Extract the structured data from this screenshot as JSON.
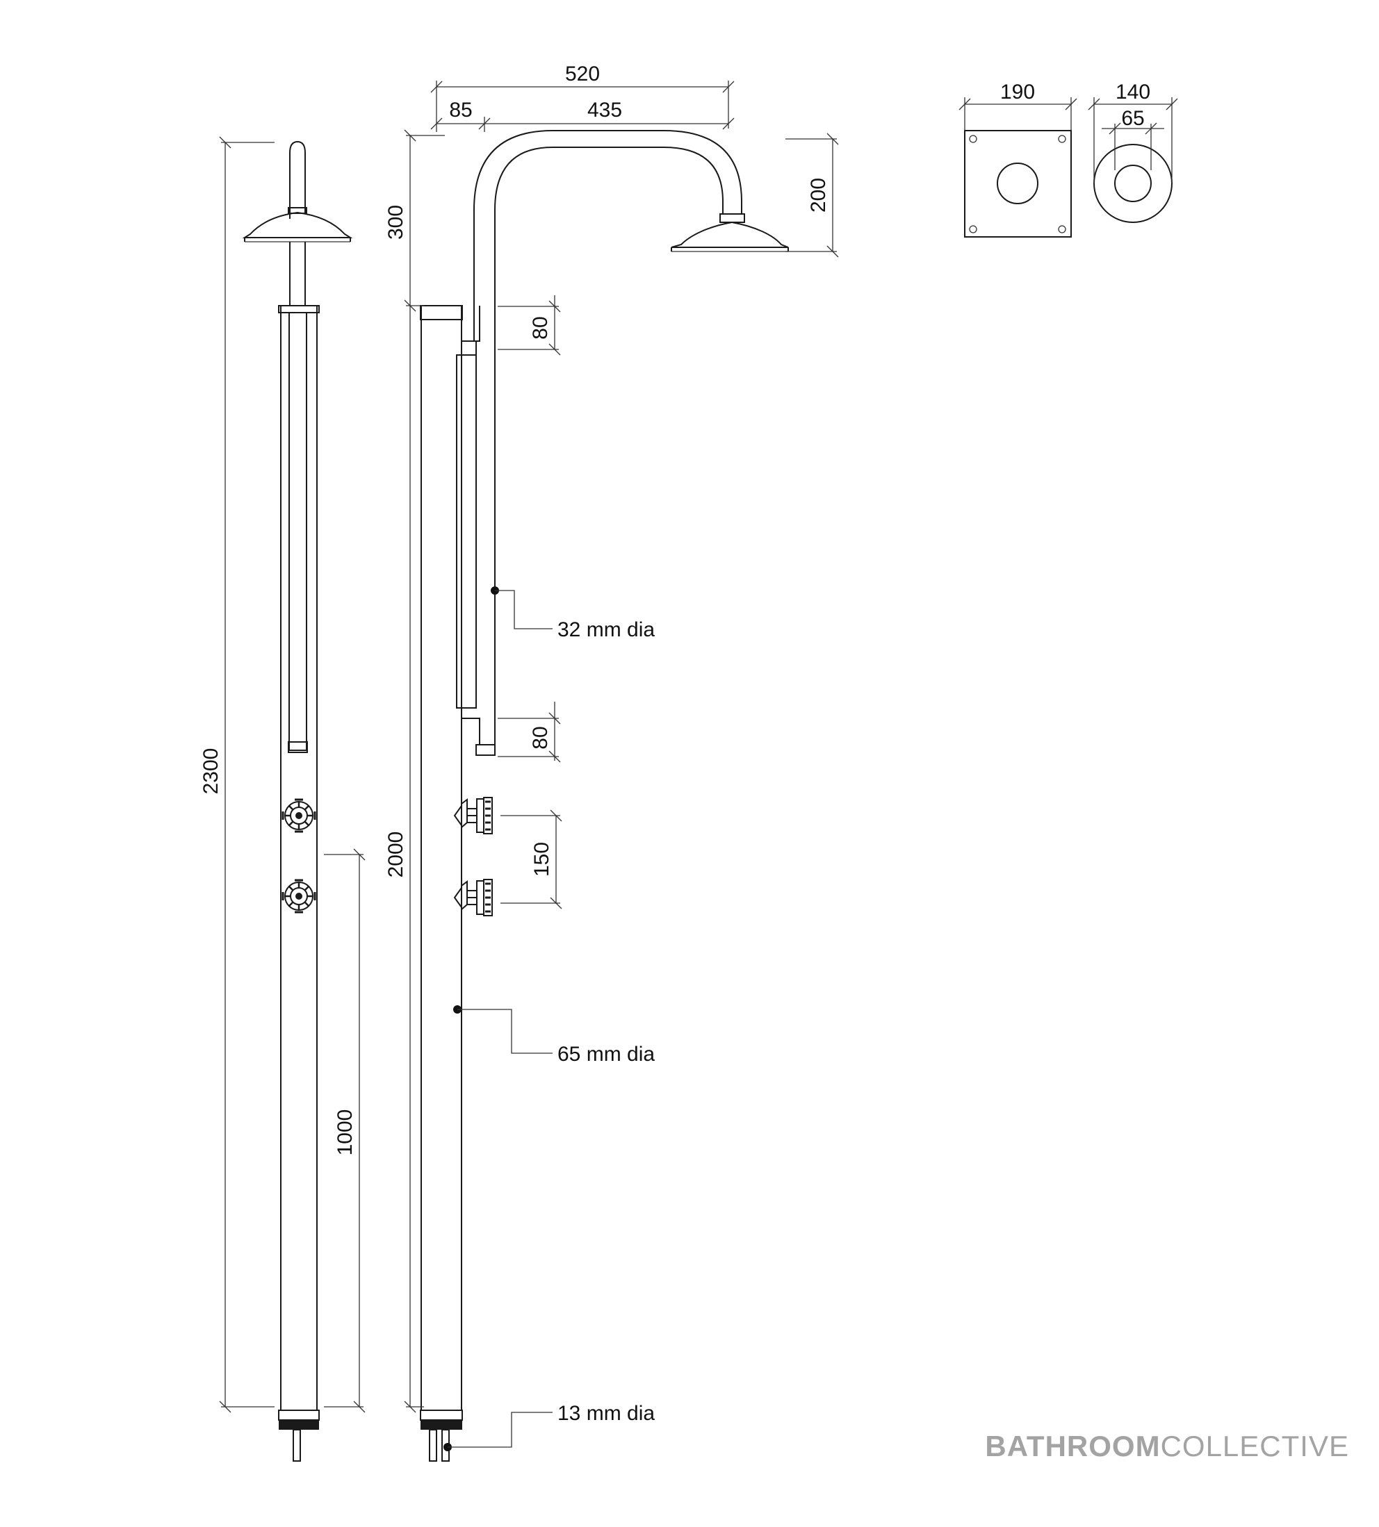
{
  "dimensions": {
    "total_height": "2300",
    "column_height": "2000",
    "arm_depth": "300",
    "arm_reach": "520",
    "arm_offset": "85",
    "arm_span": "435",
    "head_drop": "200",
    "slot_top_gap": "80",
    "slot_bottom_gap": "80",
    "valve_spacing": "150",
    "valve_height": "1000",
    "plate_width": "190",
    "flange_diameter": "140",
    "flange_inner": "65"
  },
  "callouts": {
    "arm_pipe": "32 mm dia",
    "column_pipe": "65 mm dia",
    "inlet_pipe": "13 mm dia"
  },
  "brand": {
    "bold": "BATHROOM",
    "light": "COLLECTIVE"
  }
}
